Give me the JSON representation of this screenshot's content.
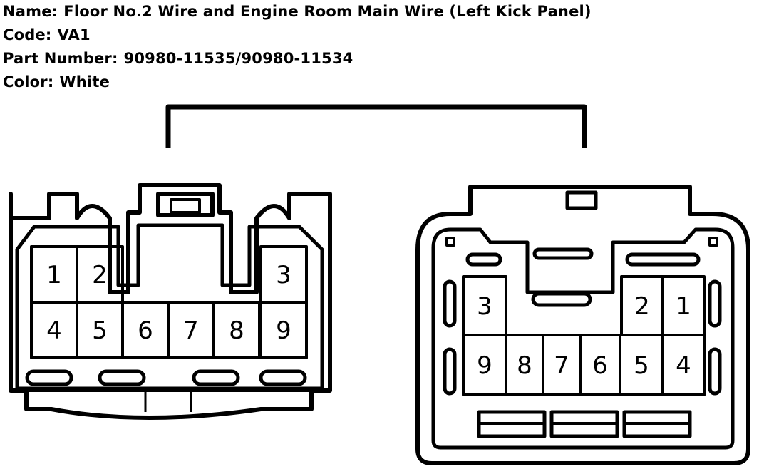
{
  "header": {
    "name_label": "Name:",
    "name_value": "Floor No.2 Wire and Engine Room Main Wire (Left Kick Panel)",
    "code_label": "Code:",
    "code_value": "VA1",
    "part_label": "Part Number:",
    "part_value": "90980-11535/90980-11534",
    "color_label": "Color:",
    "color_value": "White"
  },
  "connector_left": {
    "pins": [
      "1",
      "2",
      "3",
      "4",
      "5",
      "6",
      "7",
      "8",
      "9"
    ]
  },
  "connector_right": {
    "pins": [
      "3",
      "2",
      "1",
      "9",
      "8",
      "7",
      "6",
      "5",
      "4"
    ]
  }
}
